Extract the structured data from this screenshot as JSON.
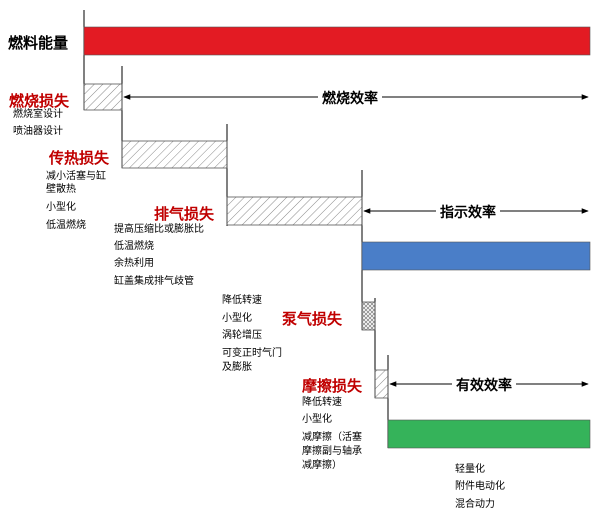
{
  "colors": {
    "fuel_bar": "#e31b23",
    "indicated_bar": "#4a7ec8",
    "effective_bar": "#35b35a",
    "loss_hatch": "#808080",
    "heading": "#c00000"
  },
  "fuel": {
    "label": "燃料能量"
  },
  "losses": [
    {
      "id": "combustion",
      "title": "燃烧损失",
      "items": [
        "燃烧室设计",
        "喷油器设计"
      ]
    },
    {
      "id": "heat",
      "title": "传热损失",
      "items": [
        "减小活塞与缸",
        "壁散热",
        "小型化",
        "低温燃烧"
      ]
    },
    {
      "id": "exhaust",
      "title": "排气损失",
      "items": [
        "提高压缩比或膨胀比",
        "低温燃烧",
        "余热利用",
        "缸盖集成排气歧管"
      ]
    },
    {
      "id": "pump",
      "title": "泵气损失",
      "items": [
        "降低转速",
        "小型化",
        "涡轮增压",
        "可变正时气门",
        "及膨胀"
      ]
    },
    {
      "id": "friction",
      "title": "摩擦损失",
      "items": [
        "降低转速",
        "小型化",
        "减摩擦（活塞",
        "摩擦副与轴承",
        "减摩擦）"
      ]
    }
  ],
  "efficiencies": {
    "combustion": "燃烧效率",
    "indicated": "指示效率",
    "effective": "有效效率"
  },
  "effective_items": [
    "轻量化",
    "附件电动化",
    "混合动力"
  ]
}
